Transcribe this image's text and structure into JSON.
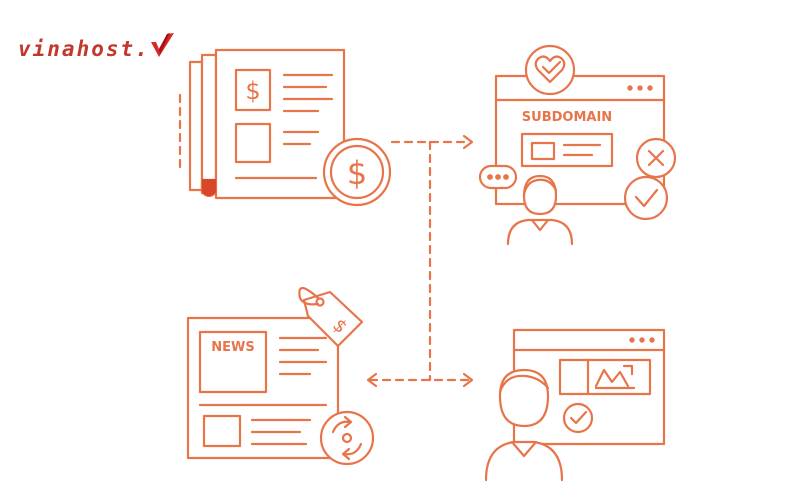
{
  "brand": {
    "name": "vinahost.",
    "color": "#c0392b",
    "mark_icon": "check-leaf-icon"
  },
  "colors": {
    "line": "#e8744a",
    "accent": "#d9472a",
    "background": "#ffffff"
  },
  "labels": {
    "subdomain": "SUBDOMAIN",
    "news": "NEWS"
  },
  "icons": [
    "newspaper-icon",
    "dollar-coin-icon",
    "heart-check-icon",
    "close-circle-icon",
    "check-circle-icon",
    "chat-bubble-icon",
    "user-icon",
    "price-tag-icon",
    "refresh-cycle-icon",
    "chart-icon"
  ]
}
